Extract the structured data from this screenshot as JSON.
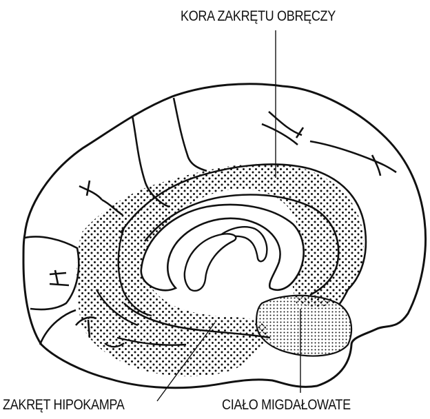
{
  "labels": {
    "cingulate_cortex": "KORA ZAKRĘTU OBRĘCZY",
    "parahippocampal_gyrus": "ZAKRĘT HIPOKAMPA",
    "amygdala": "CIAŁO MIGDAŁOWATE"
  },
  "colors": {
    "ink": "#111111",
    "background": "#ffffff"
  }
}
